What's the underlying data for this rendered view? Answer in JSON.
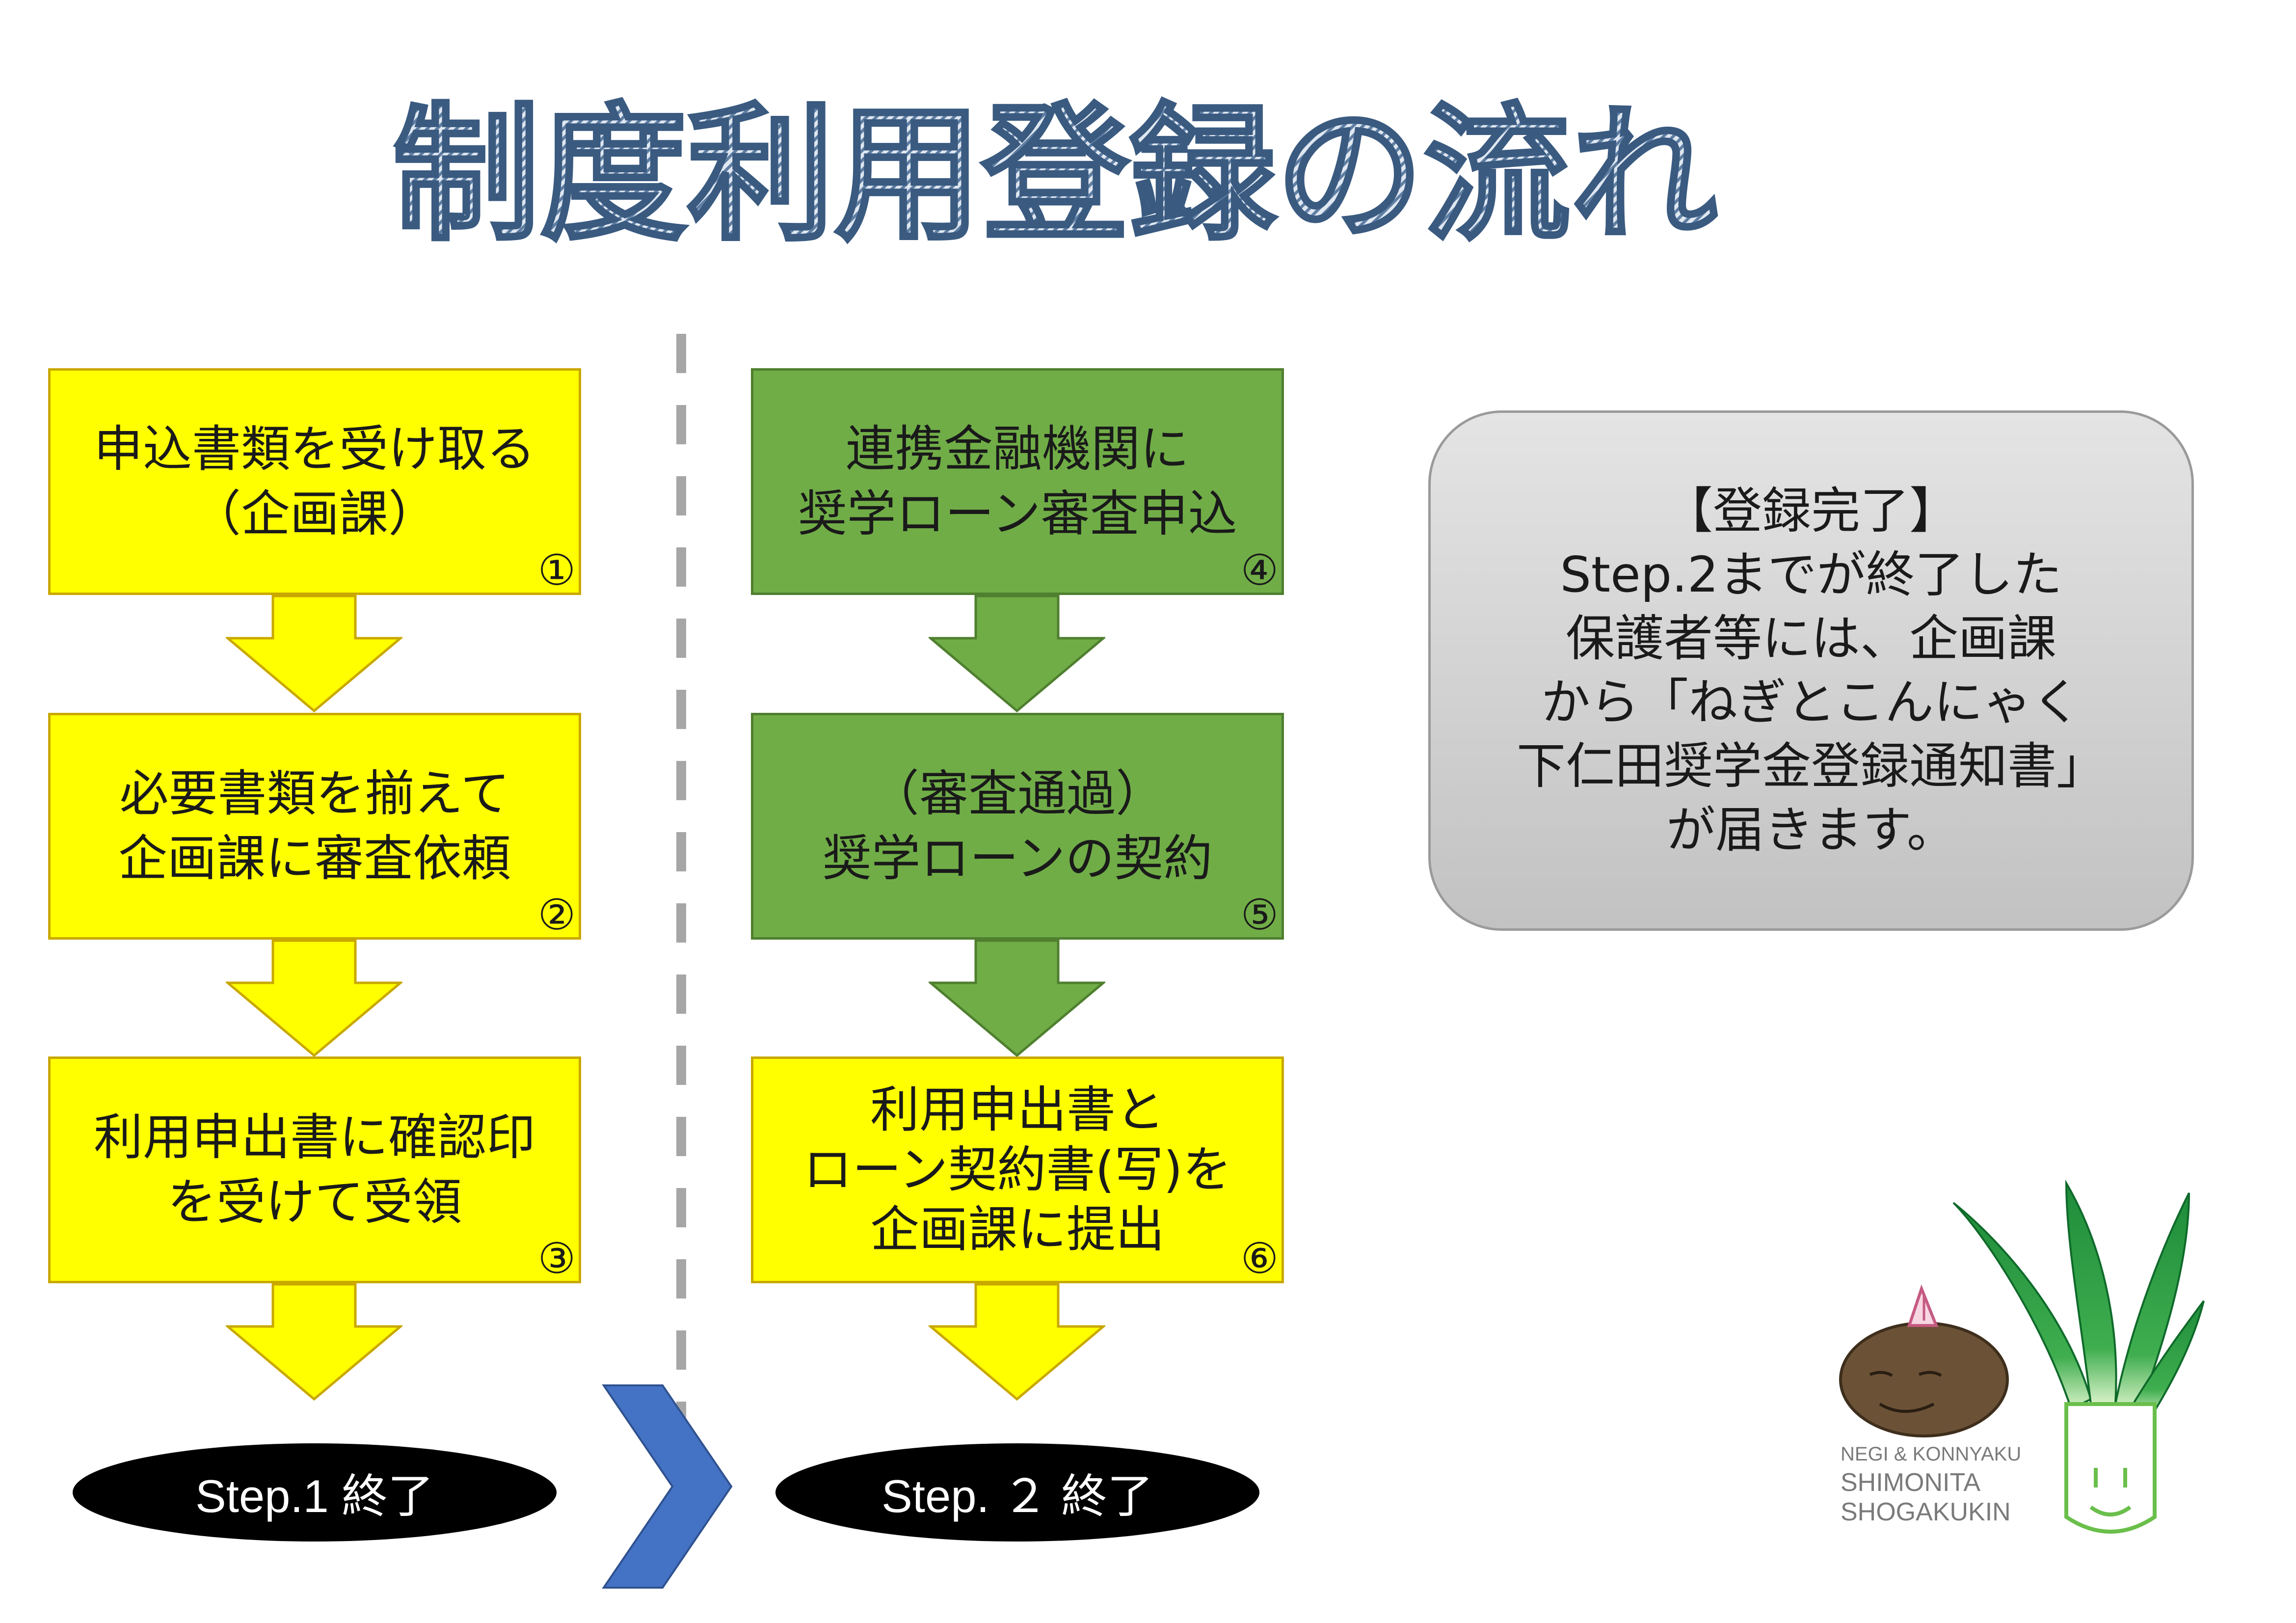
{
  "title": "制度利用登録の流れ",
  "colors": {
    "yellow": "#ffff00",
    "green": "#70ad47",
    "title_blue": "#3a5a80",
    "chevron": "#4472c4"
  },
  "step1": {
    "boxes": [
      {
        "lines": [
          "申込書類を受け取る",
          "（企画課）"
        ],
        "num": "①"
      },
      {
        "lines": [
          "必要書類を揃えて",
          "企画課に審査依頼"
        ],
        "num": "②"
      },
      {
        "lines": [
          "利用申出書に確認印",
          "を受けて受領"
        ],
        "num": "③"
      }
    ],
    "end_label": "Step.1 終了"
  },
  "step2": {
    "boxes": [
      {
        "lines": [
          "連携金融機関に",
          "奨学ローン審査申込"
        ],
        "num": "④"
      },
      {
        "lines": [
          "（審査通過）",
          "奨学ローンの契約"
        ],
        "num": "⑤"
      },
      {
        "lines": [
          "利用申出書と",
          "ローン契約書(写)を",
          "企画課に提出"
        ],
        "num": "⑥"
      }
    ],
    "end_label": "Step. ２ 終了"
  },
  "note": {
    "lines": [
      "【登録完了】",
      "Step.2までが終了した",
      "保護者等には、企画課",
      "から「ねぎとこんにゃく",
      "下仁田奨学金登録通知書」",
      "が届きます。"
    ]
  },
  "logo": {
    "line1": "NEGI & KONNYAKU",
    "line2": "SHIMONITA",
    "line3": "SHOGAKUKIN"
  }
}
